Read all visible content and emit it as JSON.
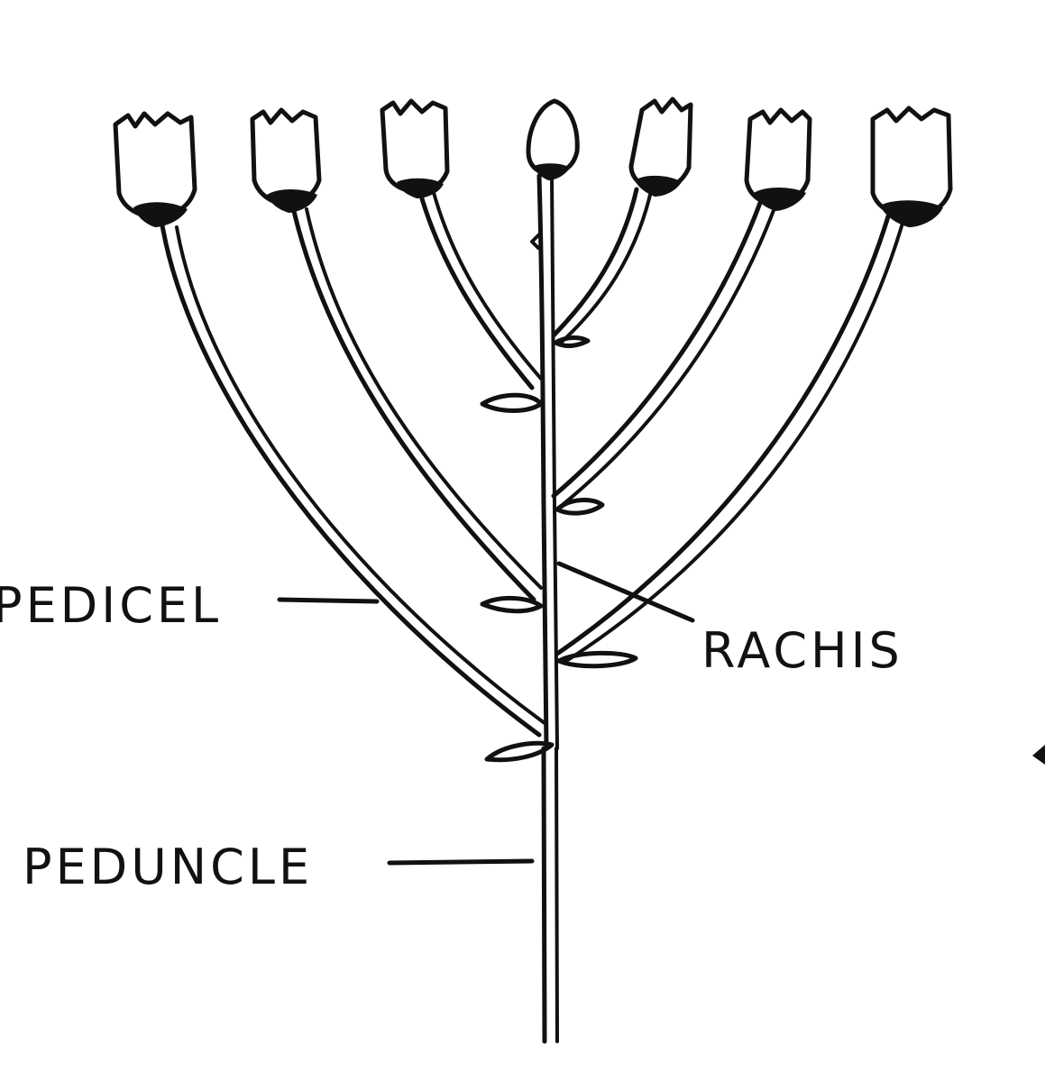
{
  "diagram": {
    "labels": {
      "pedicel": "PEDICEL",
      "rachis": "RACHIS",
      "peduncle": "PEDUNCLE"
    },
    "flower_count": 7,
    "ink_color": "#111111",
    "background": "#ffffff"
  }
}
